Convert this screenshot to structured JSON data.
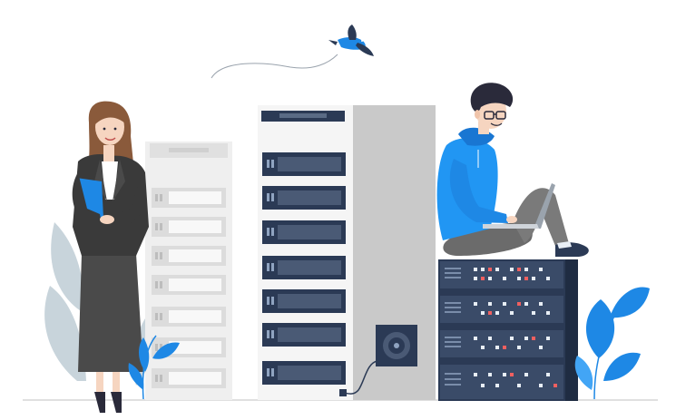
{
  "illustration": {
    "elements": [
      "bird",
      "flight-trail",
      "woman-with-tablet",
      "server-rack-light",
      "server-rack-tall",
      "server-rack-dark",
      "man-with-laptop",
      "cooling-fan",
      "plant-leaves-left",
      "plant-leaves-right",
      "ground-line"
    ]
  },
  "colors": {
    "navy": "#2b3a55",
    "light_rack": "#ececec",
    "mid_rack": "#f4f4f4",
    "side_panel": "#c9c9c9",
    "blue_accent": "#1e88e5",
    "hoodie": "#2196f3",
    "suit": "#4a4a4a",
    "pants": "#6b6b6b",
    "hair": "#2a2a3a",
    "woman_hair": "#8a5a3b",
    "skin": "#f6d5c0",
    "leaf_gray": "#c8d4db",
    "leaf_blue": "#1e88e5",
    "led_red": "#f06060",
    "led_white": "#e8eef5"
  }
}
